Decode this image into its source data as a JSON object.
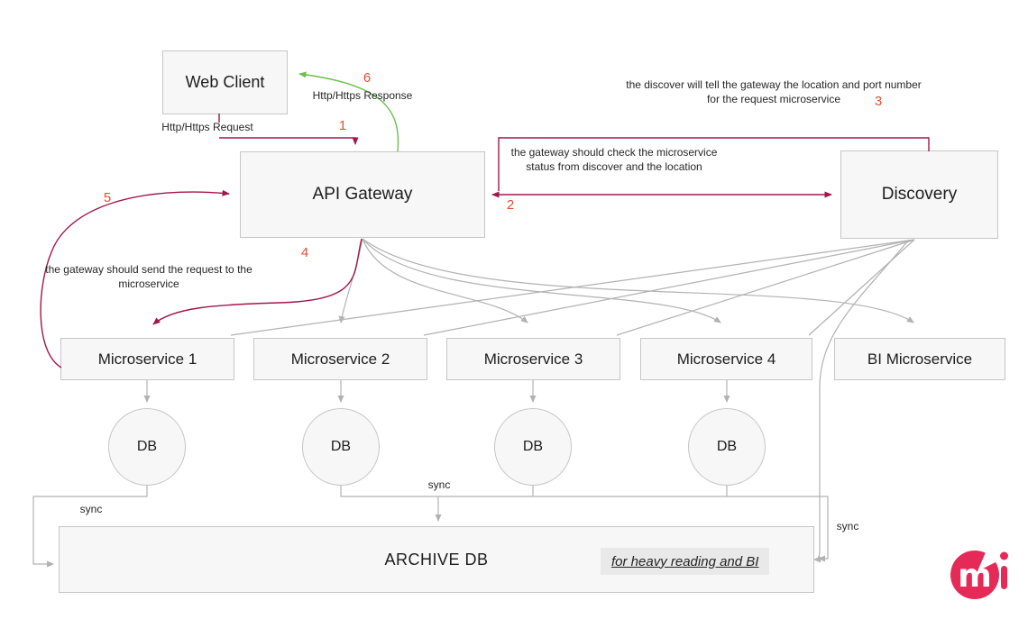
{
  "diagram": {
    "nodes": {
      "web_client": "Web Client",
      "api_gateway": "API Gateway",
      "discovery": "Discovery",
      "microservices": [
        "Microservice 1",
        "Microservice 2",
        "Microservice 3",
        "Microservice 4",
        "BI Microservice"
      ],
      "db": "DB",
      "archive_db": "ARCHIVE DB",
      "archive_note": "for heavy reading and BI"
    },
    "edge_labels": {
      "http_request": "Http/Https Request",
      "http_response": "Http/Https Response",
      "sync": "sync"
    },
    "steps": [
      "1",
      "2",
      "3",
      "4",
      "5",
      "6"
    ],
    "notes": {
      "discover_location": "the discover will tell the gateway the location and port number for the request microservice",
      "gateway_check": "the gateway should check the microservice status from discover and the location",
      "gateway_send": "the gateway should send the request to the microservice"
    },
    "colors": {
      "connector_red": "#a2164a",
      "connector_green": "#6abf4b",
      "connector_gray": "#b2b2b2",
      "step_number_orange": "#e2502d",
      "node_fill": "#f7f7f7",
      "node_border": "#c6c6c6",
      "logo_pink": "#e62a58"
    }
  }
}
